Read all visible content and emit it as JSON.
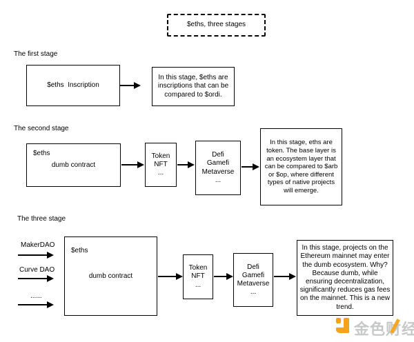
{
  "title_box": {
    "label": "$eths, three stages"
  },
  "stage1": {
    "heading": "The first stage",
    "main_box": "$eths  Inscription",
    "result_box": "In this stage, $eths are inscriptions that can be compared to $ordi."
  },
  "stage2": {
    "heading": "The second stage",
    "contract_box": {
      "tag": "$eths",
      "label": "dumb contract"
    },
    "token_box": "Token\nNFT\n...",
    "defi_box": "Defi\nGamefi\nMetaverse\n...",
    "result_box": "In this stage, eths are token. The base layer is an ecosystem layer that can be compared to $arb or $op, where different types of native projects will emerge."
  },
  "stage3": {
    "heading": "The three stage",
    "inputs": [
      "MakerDAO",
      "Curve DAO",
      "......"
    ],
    "contract_box": {
      "tag": "$eths",
      "label": "dumb contract"
    },
    "token_box": "Token\nNFT\n...",
    "defi_box": "Defi\nGamefi\nMetaverse\n...",
    "result_box": "In this stage, projects on the Ethereum mainnet may enter the dumb ecosystem. Why? Because dumb, while ensuring decentralization, significantly reduces gas fees on the mainnet. This is a new trend."
  },
  "watermark": {
    "label": "金色财经",
    "accent_color": "#F5A31B",
    "text_color": "#C7C9C8"
  }
}
